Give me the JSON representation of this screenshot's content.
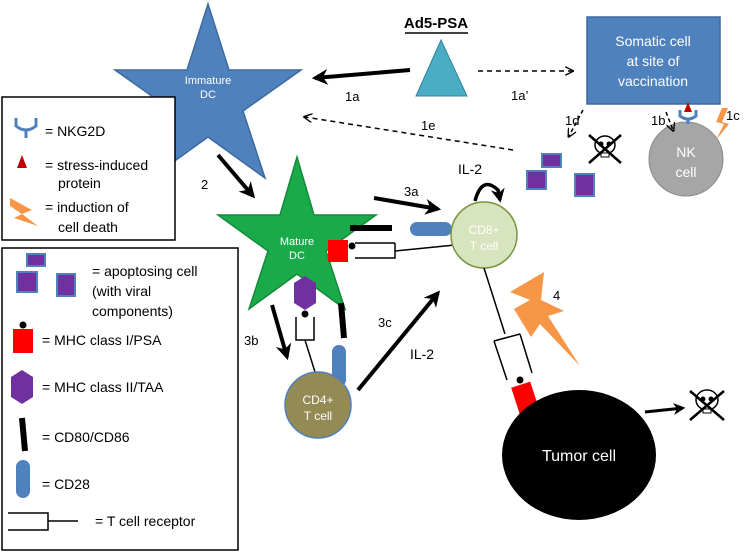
{
  "title": "Ad5-PSA",
  "cells": {
    "immature_dc": [
      "Immature",
      "DC"
    ],
    "mature_dc": [
      "Mature",
      "DC"
    ],
    "somatic": [
      "Somatic cell",
      "at site of",
      "vaccination"
    ],
    "nk": [
      "NK",
      "cell"
    ],
    "cd8": [
      "CD8+",
      "T cell"
    ],
    "cd4": [
      "CD4+",
      "T cell"
    ],
    "tumor": "Tumor cell"
  },
  "steps": {
    "s1a": "1a",
    "s1a_prime": "1a’",
    "s1b": "1b",
    "s1c": "1c",
    "s1d": "1d",
    "s1e": "1e",
    "s2": "2",
    "s3a": "3a",
    "s3b": "3b",
    "s3c": "3c",
    "s4": "4"
  },
  "il2": {
    "top": "IL-2",
    "mid": "IL-2"
  },
  "legend_top": [
    {
      "icon": "nkg2d-receptor-icon",
      "text": [
        "= NKG2D"
      ]
    },
    {
      "icon": "stress-protein-icon",
      "text": [
        "= stress-induced",
        "protein"
      ]
    },
    {
      "icon": "lightning-icon",
      "text": [
        "= induction of",
        "cell death"
      ]
    }
  ],
  "legend_bottom": [
    {
      "icon": "apoptosing-cell-icon",
      "text": [
        "= apoptosing cell",
        "(with viral",
        "components)"
      ]
    },
    {
      "icon": "mhc-class-i-icon",
      "text": [
        "= MHC class I/PSA"
      ]
    },
    {
      "icon": "mhc-class-ii-icon",
      "text": [
        "= MHC class II/TAA"
      ]
    },
    {
      "icon": "cd80-cd86-icon",
      "text": [
        "= CD80/CD86"
      ]
    },
    {
      "icon": "cd28-icon",
      "text": [
        "= CD28"
      ]
    },
    {
      "icon": "t-cell-receptor-icon",
      "text": [
        "= T cell receptor"
      ]
    }
  ],
  "colors": {
    "dc_blue": "#4f81bd",
    "mature_green": "#1aaa4a",
    "cd8_fill": "#d7e4bd",
    "cd4_fill": "#948a54",
    "nk_gray": "#a6a6a6",
    "mhc_red": "#ff0000",
    "mhc_purple": "#7030a0",
    "lightning_orange": "#f79646",
    "adenovirus_teal": "#4bacc6"
  }
}
